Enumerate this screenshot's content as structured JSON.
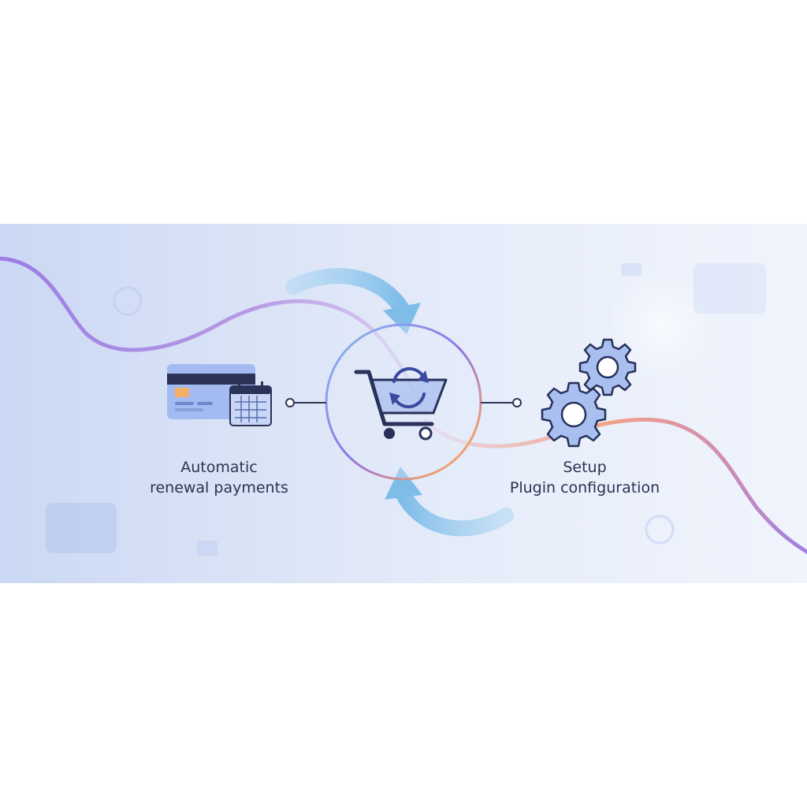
{
  "labels": {
    "left": {
      "line1": "Automatic",
      "line2": "renewal payments"
    },
    "right": {
      "line1": "Setup",
      "line2": "Plugin configuration"
    }
  },
  "colors": {
    "wave_purple": "#9b7ee6",
    "wave_orange": "#f0a07c",
    "arrow_blue": "#8cc4ee",
    "ring_blue": "#8ab7ea",
    "ring_purple": "#8f72e8",
    "ring_orange": "#f0a070",
    "icon_navy": "#27315a",
    "icon_fill": "#a9bff0",
    "card_fill": "#9db5ee",
    "card_stripe": "#2b3458",
    "card_chip": "#f5b067"
  },
  "icons": {
    "left": [
      "credit-card-icon",
      "calendar-icon"
    ],
    "center": [
      "shopping-cart-icon",
      "refresh-icon"
    ],
    "right": [
      "gear-icon",
      "gear-icon"
    ]
  }
}
